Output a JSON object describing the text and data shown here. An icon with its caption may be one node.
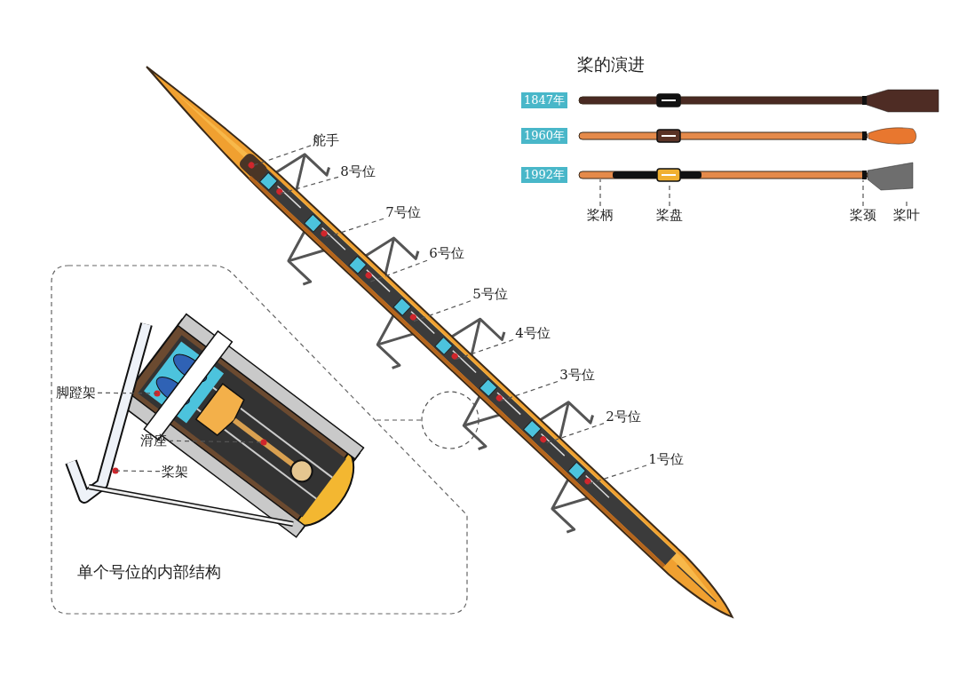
{
  "diagram": {
    "nodes": [
      {
        "text": [
          "舵手"
        ]
      },
      {
        "text": [
          "8号位"
        ]
      },
      {
        "text": [
          "7号位"
        ]
      },
      {
        "text": [
          "6号位"
        ]
      },
      {
        "text": [
          "5号位"
        ]
      },
      {
        "text": [
          "4号位"
        ]
      },
      {
        "text": [
          "3号位"
        ]
      },
      {
        "text": [
          "2号位"
        ]
      },
      {
        "text": [
          "1号位"
        ]
      },
      {
        "text": [],
        "shape": "circle"
      },
      {
        "text": [
          "单个号位的内部结构"
        ]
      },
      {
        "text": [
          "脚蹬架"
        ],
        "in": 10
      },
      {
        "text": [
          "滑座"
        ],
        "in": 10
      },
      {
        "text": [
          "桨架"
        ],
        "in": 10
      },
      {
        "text": [
          "1847年"
        ]
      },
      {
        "text": [
          "1960年"
        ]
      },
      {
        "text": [
          "1992年"
        ]
      },
      {
        "text": [
          "桨柄"
        ]
      },
      {
        "text": [
          "桨盘"
        ]
      },
      {
        "text": [
          "桨颈"
        ]
      },
      {
        "text": [
          "桨叶"
        ]
      }
    ],
    "edges": [
      {
        "from": 0,
        "to": null,
        "arrow": "none",
        "style": "dashed"
      },
      {
        "from": 1,
        "to": null,
        "arrow": "none",
        "style": "dashed"
      },
      {
        "from": 2,
        "to": null,
        "arrow": "none",
        "style": "dashed"
      },
      {
        "from": 3,
        "to": null,
        "arrow": "none",
        "style": "dashed"
      },
      {
        "from": 4,
        "to": null,
        "arrow": "none",
        "style": "dashed"
      },
      {
        "from": 5,
        "to": null,
        "arrow": "none",
        "style": "dashed"
      },
      {
        "from": 6,
        "to": null,
        "arrow": "none",
        "style": "dashed"
      },
      {
        "from": 7,
        "to": null,
        "arrow": "none",
        "style": "dashed"
      },
      {
        "from": 8,
        "to": null,
        "arrow": "none",
        "style": "dashed"
      },
      {
        "from": 9,
        "to": 10,
        "arrow": "none",
        "style": "dashed"
      },
      {
        "from": 11,
        "to": null,
        "arrow": "none",
        "style": "dashed"
      },
      {
        "from": 12,
        "to": null,
        "arrow": "none",
        "style": "dashed"
      },
      {
        "from": 13,
        "to": null,
        "arrow": "none",
        "style": "dashed"
      },
      {
        "from": 17,
        "to": null,
        "arrow": "none",
        "style": "dashed"
      },
      {
        "from": 18,
        "to": null,
        "arrow": "none",
        "style": "dashed"
      },
      {
        "from": 19,
        "to": null,
        "arrow": "none",
        "style": "dashed"
      },
      {
        "from": 20,
        "to": null,
        "arrow": "none",
        "style": "dashed"
      }
    ],
    "labels": [
      "桨的演进"
    ]
  }
}
